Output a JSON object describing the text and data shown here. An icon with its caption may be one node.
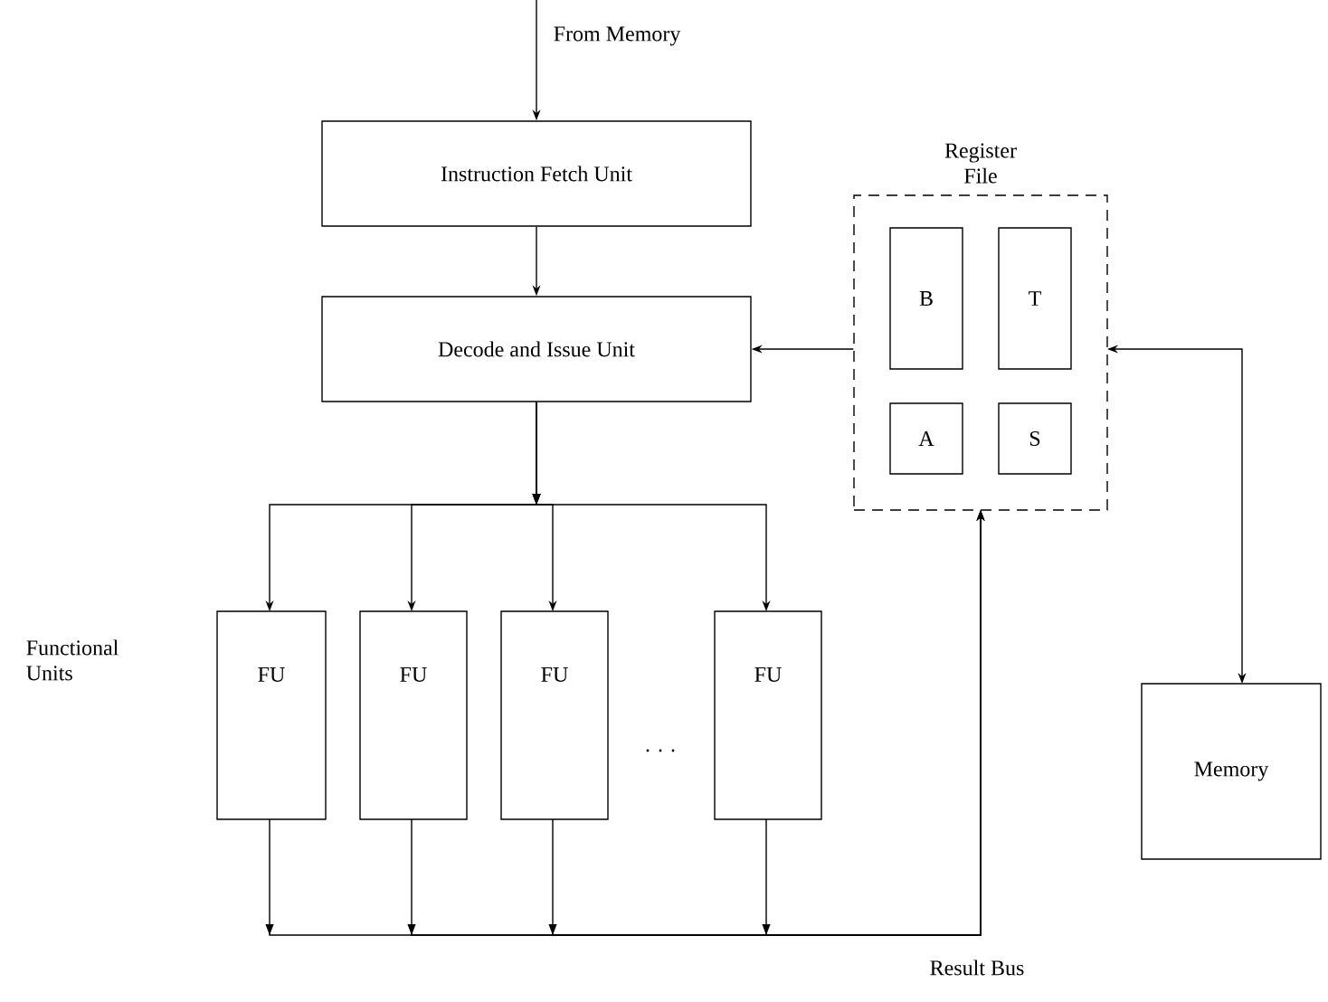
{
  "diagram": {
    "nodes": [
      {
        "text": [
          "Instruction Fetch Unit"
        ]
      },
      {
        "text": [
          "Decode and Issue Unit"
        ]
      },
      {
        "text": [
          "Register File"
        ]
      },
      {
        "text": [
          "B"
        ],
        "in": 2
      },
      {
        "text": [
          "T"
        ],
        "in": 2
      },
      {
        "text": [
          "A"
        ],
        "in": 2
      },
      {
        "text": [
          "S"
        ],
        "in": 2
      },
      {
        "text": [
          "FU"
        ]
      },
      {
        "text": [
          "FU"
        ]
      },
      {
        "text": [
          "FU"
        ]
      },
      {
        "text": [
          "FU"
        ]
      },
      {
        "text": [
          "Memory"
        ]
      }
    ],
    "edges": [
      {
        "from": null,
        "to": 0,
        "arrow": "to",
        "label": "From Memory"
      },
      {
        "from": 0,
        "to": 1,
        "arrow": "to"
      },
      {
        "from": 2,
        "to": 1,
        "arrow": "to"
      },
      {
        "from": 1,
        "to": 7,
        "arrow": "to"
      },
      {
        "from": 1,
        "to": 8,
        "arrow": "to"
      },
      {
        "from": 1,
        "to": 9,
        "arrow": "to"
      },
      {
        "from": 1,
        "to": 10,
        "arrow": "to"
      },
      {
        "from": 7,
        "to": 2,
        "arrow": "to"
      },
      {
        "from": 8,
        "to": 2,
        "arrow": "to"
      },
      {
        "from": 9,
        "to": 2,
        "arrow": "to"
      },
      {
        "from": 10,
        "to": 2,
        "arrow": "to"
      },
      {
        "from": 2,
        "to": 11,
        "arrow": "both"
      }
    ],
    "labels": [
      "Functional Units",
      ". . .",
      "Result Bus"
    ]
  }
}
